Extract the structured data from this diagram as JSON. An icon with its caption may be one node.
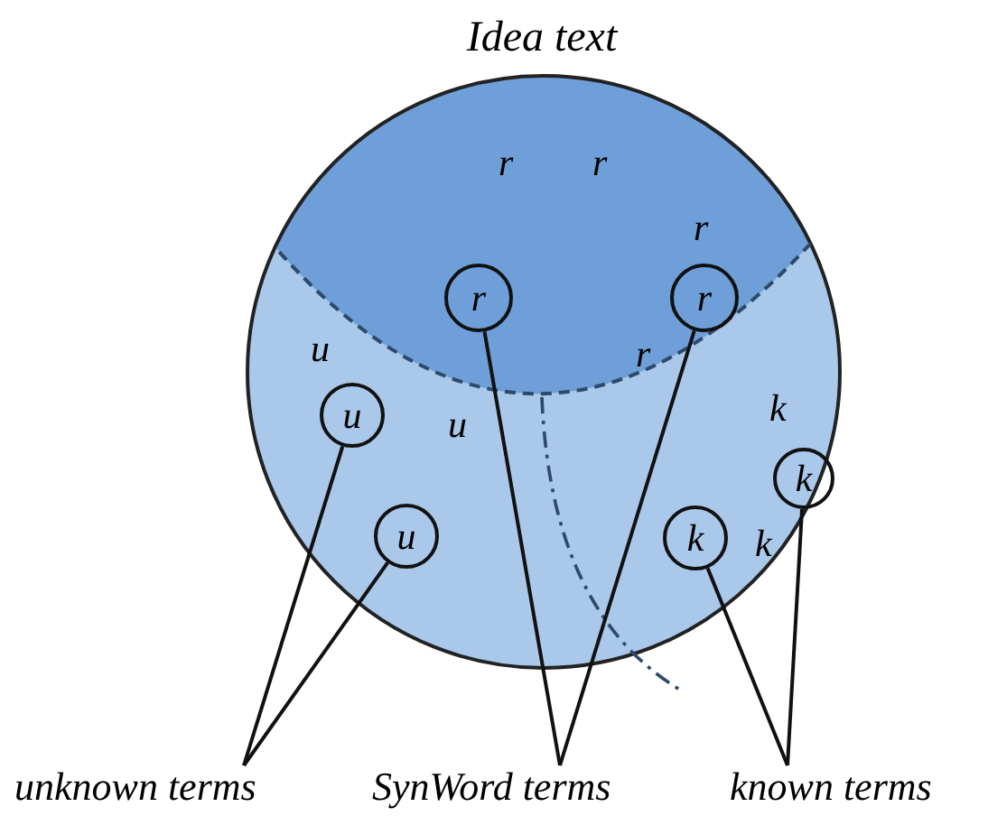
{
  "diagram": {
    "nodes": [
      {
        "text": [
          "Idea text"
        ]
      },
      {
        "text": [
          "r"
        ],
        "in": 0
      },
      {
        "text": [
          "r"
        ],
        "in": 0
      },
      {
        "text": [
          "u"
        ],
        "in": 0
      },
      {
        "text": [
          "u"
        ],
        "in": 0
      },
      {
        "text": [
          "k"
        ],
        "in": 0
      },
      {
        "text": [
          "k"
        ],
        "in": 0
      },
      {
        "text": [
          "unknown terms"
        ]
      },
      {
        "text": [
          "SynWord terms"
        ]
      },
      {
        "text": [
          "known terms"
        ]
      }
    ],
    "edges": [
      {
        "from": 7,
        "to": 3,
        "arrow": "none"
      },
      {
        "from": 7,
        "to": 4,
        "arrow": "none"
      },
      {
        "from": 8,
        "to": 1,
        "arrow": "none"
      },
      {
        "from": 8,
        "to": 2,
        "arrow": "none"
      },
      {
        "from": 9,
        "to": 5,
        "arrow": "none"
      },
      {
        "from": 9,
        "to": 6,
        "arrow": "none"
      }
    ],
    "labels": [
      "r",
      "r",
      "r",
      "u",
      "r",
      "u",
      "k",
      "k"
    ]
  }
}
